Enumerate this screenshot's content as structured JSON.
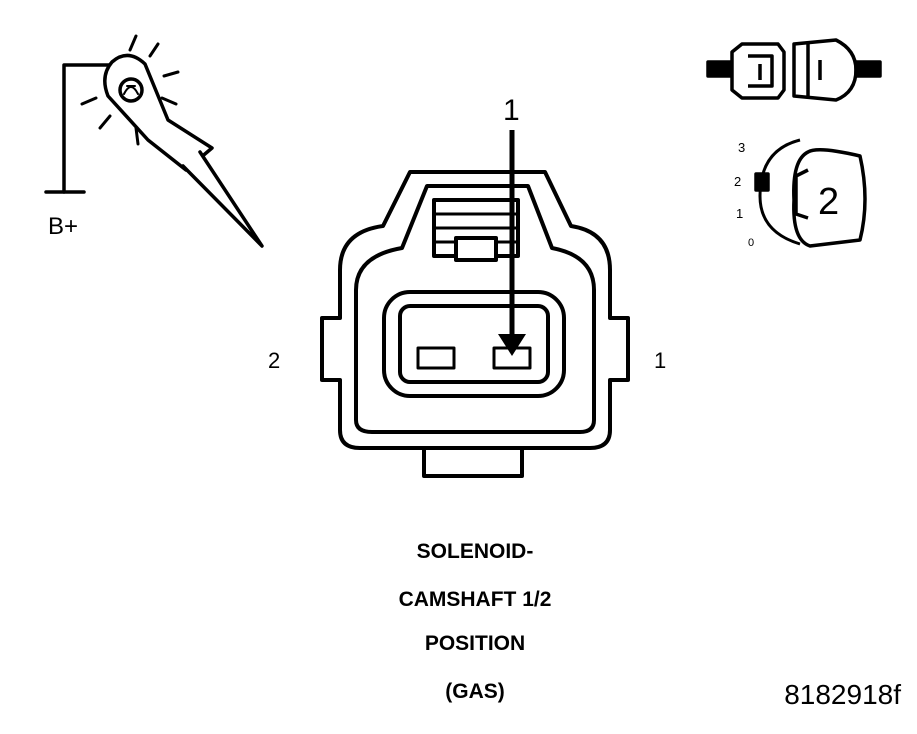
{
  "probe": {
    "supply_label": "B+"
  },
  "connector": {
    "callout": "1",
    "pin_left": "2",
    "pin_right": "1"
  },
  "terminal_icon": {
    "scale_3": "3",
    "scale_2": "2",
    "scale_1": "1",
    "scale_0": "0",
    "count": "2"
  },
  "caption": {
    "line1": "SOLENOID-",
    "line2": "CAMSHAFT 1/2",
    "line3": "POSITION",
    "line4": "(GAS)"
  },
  "figure_code": "8182918f",
  "colors": {
    "ink": "#000000",
    "paper": "#ffffff"
  }
}
